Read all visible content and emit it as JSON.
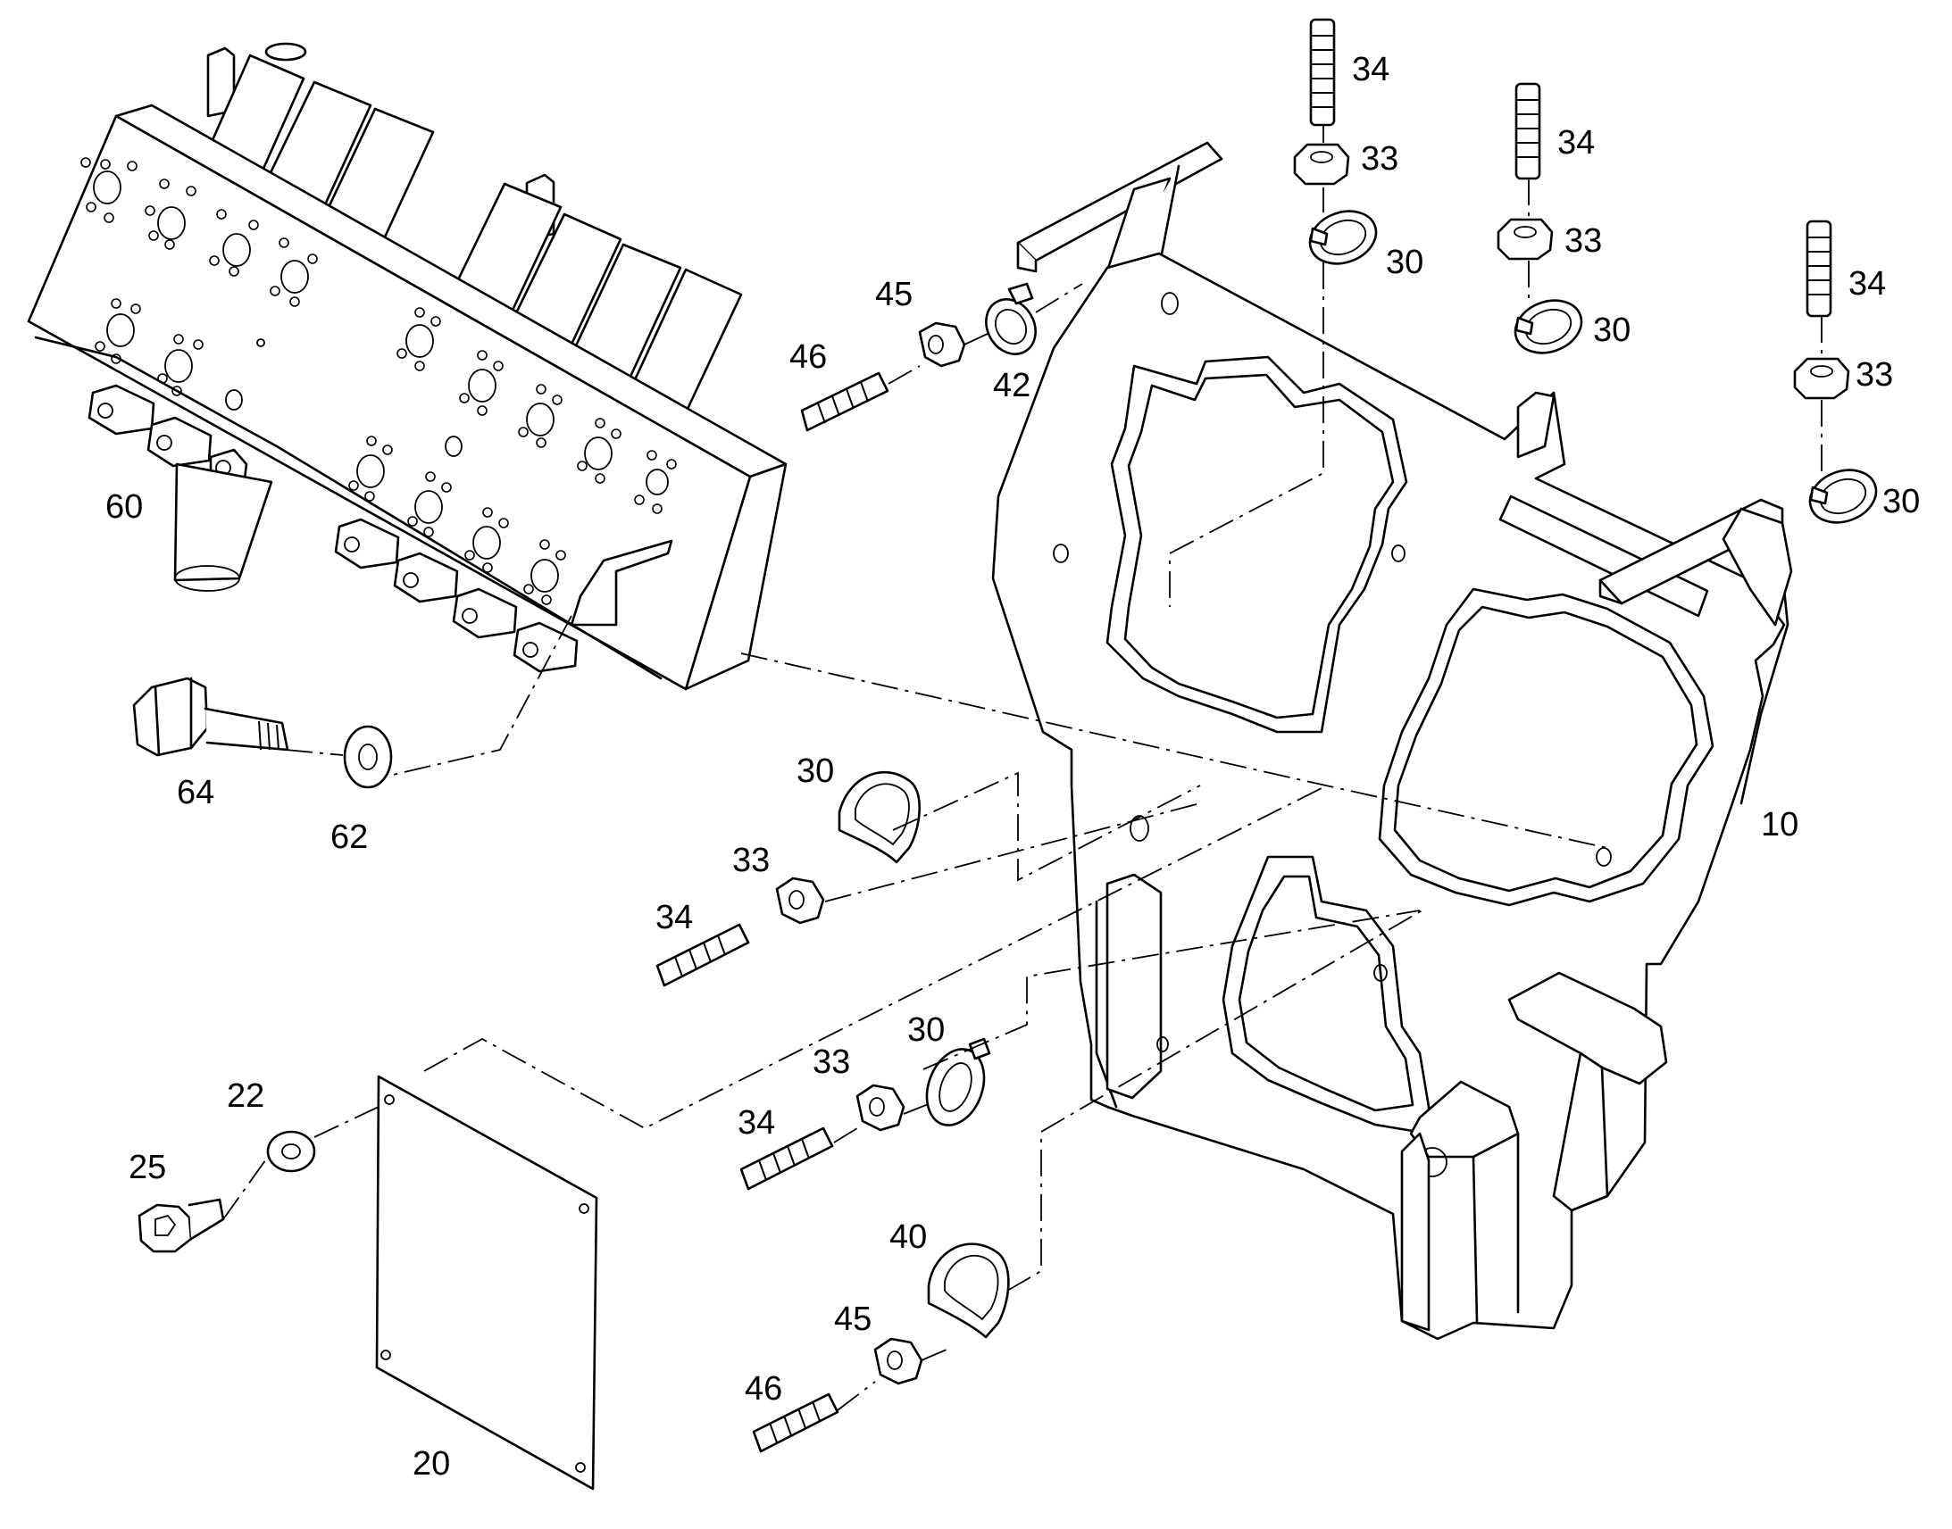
{
  "colors": {
    "line": "#000000",
    "background": "#ffffff"
  },
  "callouts": [
    {
      "id": "c34a",
      "text": "34"
    },
    {
      "id": "c33a",
      "text": "33"
    },
    {
      "id": "c30a",
      "text": "30"
    },
    {
      "id": "c34b",
      "text": "34"
    },
    {
      "id": "c33b",
      "text": "33"
    },
    {
      "id": "c30b",
      "text": "30"
    },
    {
      "id": "c34c",
      "text": "34"
    },
    {
      "id": "c33c",
      "text": "33"
    },
    {
      "id": "c30c",
      "text": "30"
    },
    {
      "id": "c45a",
      "text": "45"
    },
    {
      "id": "c46a",
      "text": "46"
    },
    {
      "id": "c42",
      "text": "42"
    },
    {
      "id": "c60",
      "text": "60"
    },
    {
      "id": "c64",
      "text": "64"
    },
    {
      "id": "c62",
      "text": "62"
    },
    {
      "id": "c30d",
      "text": "30"
    },
    {
      "id": "c33d",
      "text": "33"
    },
    {
      "id": "c34d",
      "text": "34"
    },
    {
      "id": "c10",
      "text": "10"
    },
    {
      "id": "c30e",
      "text": "30"
    },
    {
      "id": "c33e",
      "text": "33"
    },
    {
      "id": "c34e",
      "text": "34"
    },
    {
      "id": "c22",
      "text": "22"
    },
    {
      "id": "c25",
      "text": "25"
    },
    {
      "id": "c40",
      "text": "40"
    },
    {
      "id": "c45b",
      "text": "45"
    },
    {
      "id": "c46b",
      "text": "46"
    },
    {
      "id": "c20",
      "text": "20"
    }
  ]
}
